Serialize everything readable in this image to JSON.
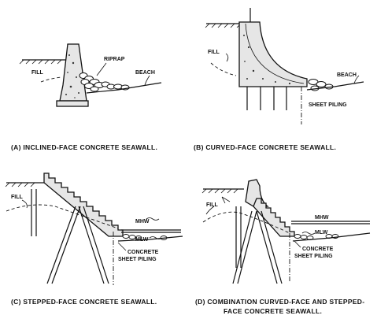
{
  "panels": {
    "a": {
      "caption": "(A)  INCLINED-FACE CONCRETE SEAWALL.",
      "labels": {
        "fill": "FILL",
        "riprap": "RIPRAP",
        "beach": "BEACH"
      }
    },
    "b": {
      "caption": "(B)  CURVED-FACE CONCRETE SEAWALL.",
      "labels": {
        "fill": "FILL",
        "beach": "BEACH",
        "sheet_piling": "SHEET PILING"
      }
    },
    "c": {
      "caption": "(C)  STEPPED-FACE CONCRETE SEAWALL.",
      "labels": {
        "fill": "FILL",
        "mhw": "MHW",
        "mlw": "MLW",
        "concrete": "CONCRETE",
        "sheet_piling": "SHEET PILING"
      }
    },
    "d": {
      "caption_line1": "(D)  COMBINATION CURVED-FACE AND STEPPED-",
      "caption_line2": "FACE CONCRETE SEAWALL.",
      "labels": {
        "fill": "FILL",
        "mhw": "MHW",
        "mlw": "MLW",
        "concrete": "CONCRETE",
        "sheet_piling": "SHEET PILING"
      }
    }
  }
}
